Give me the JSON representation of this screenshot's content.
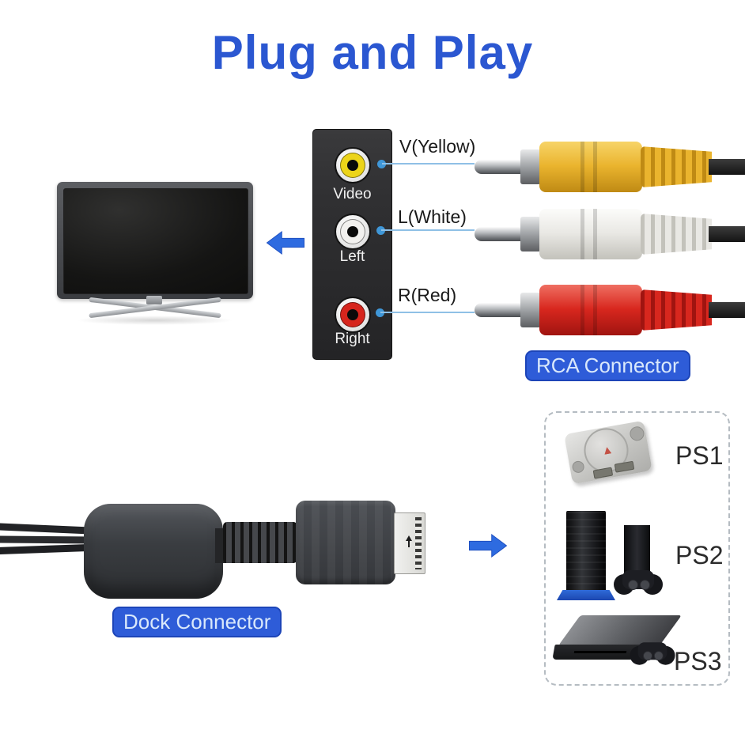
{
  "title": {
    "text": "Plug and Play",
    "color": "#2b57d1"
  },
  "jack_panel": {
    "jacks": [
      {
        "label": "Video",
        "color": "#ecd419"
      },
      {
        "label": "Left",
        "color": "#f2f1ef"
      },
      {
        "label": "Right",
        "color": "#d6251d"
      }
    ]
  },
  "wiring_labels": [
    {
      "text": "V(Yellow)"
    },
    {
      "text": "L(White)"
    },
    {
      "text": "R(Red)"
    }
  ],
  "rca": {
    "caption": "RCA Connector",
    "plugs": [
      {
        "name": "yellow",
        "color": "#eab42e",
        "color_light": "#f7d468",
        "color_dark": "#bf8a14"
      },
      {
        "name": "white",
        "color": "#e9e8e4",
        "color_light": "#fcfcfa",
        "color_dark": "#c3c2bb"
      },
      {
        "name": "red",
        "color": "#d8271e",
        "color_light": "#ef6f62",
        "color_dark": "#a01410"
      }
    ]
  },
  "dock": {
    "caption": "Dock Connector"
  },
  "consoles": {
    "items": [
      {
        "label": "PS1"
      },
      {
        "label": "PS2"
      },
      {
        "label": "PS3"
      }
    ]
  },
  "colors": {
    "arrow_blue": "#2e6be0",
    "pill_bg": "#2e5cd8",
    "pill_text": "#d9e8fb",
    "wire_line": "#8fc0e6",
    "wire_dot": "#3f97d8",
    "panel_bg": "#303032"
  }
}
